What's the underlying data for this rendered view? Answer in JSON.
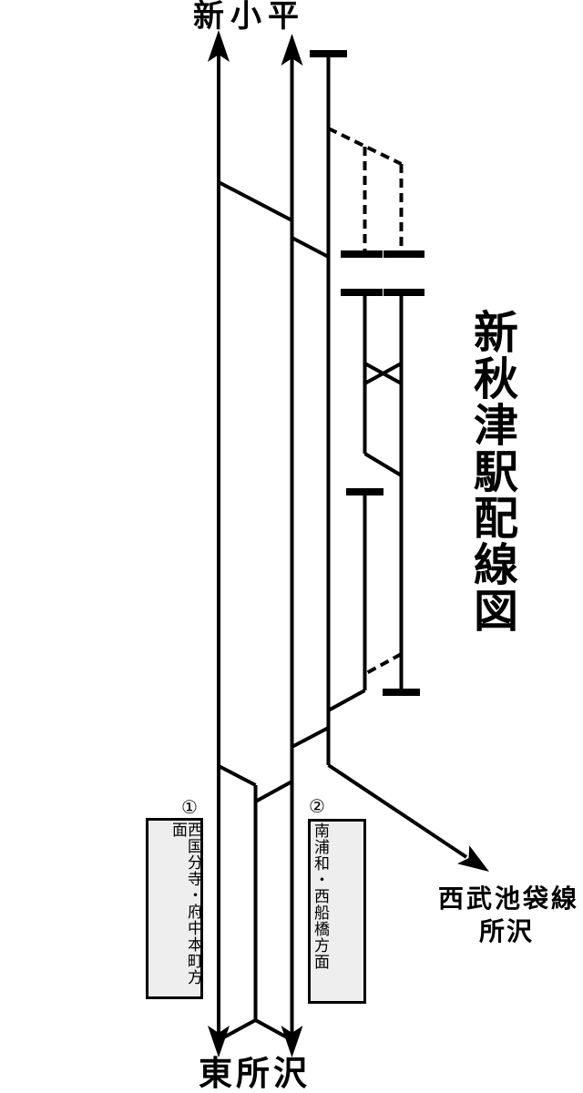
{
  "page": {
    "title": "新秋津駅配線図"
  },
  "stations": {
    "top": "新小平",
    "bottom": "東所沢",
    "branch_line": "西武池袋線",
    "branch_station": "所沢"
  },
  "platforms": [
    {
      "number": "①",
      "destination": "西国分寺・府中本町方面"
    },
    {
      "number": "②",
      "destination": "南浦和・西船橋方面"
    }
  ],
  "colors": {
    "line": "#000000",
    "platform_fill": "#eeeeee",
    "background": "#ffffff"
  }
}
